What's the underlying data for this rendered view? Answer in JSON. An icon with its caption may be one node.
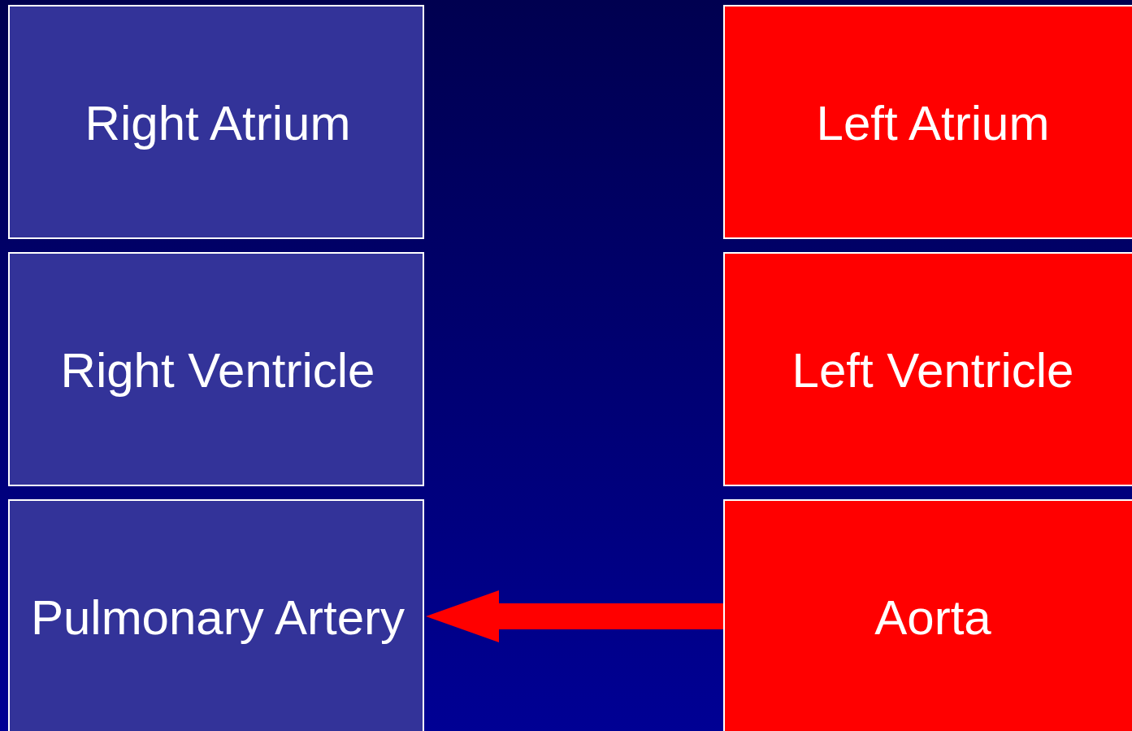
{
  "diagram": {
    "nodes": [
      {
        "text": [
          "Right Atrium"
        ]
      },
      {
        "text": [
          "Right Ventricle"
        ]
      },
      {
        "text": [
          "Pulmonary Artery"
        ]
      },
      {
        "text": [
          "Left Atrium"
        ]
      },
      {
        "text": [
          "Left Ventricle"
        ]
      },
      {
        "text": [
          "Aorta"
        ]
      }
    ],
    "edges": [
      {
        "from": 5,
        "to": 2,
        "arrow": "to",
        "style": "thick",
        "color": "#ff0000"
      }
    ]
  }
}
